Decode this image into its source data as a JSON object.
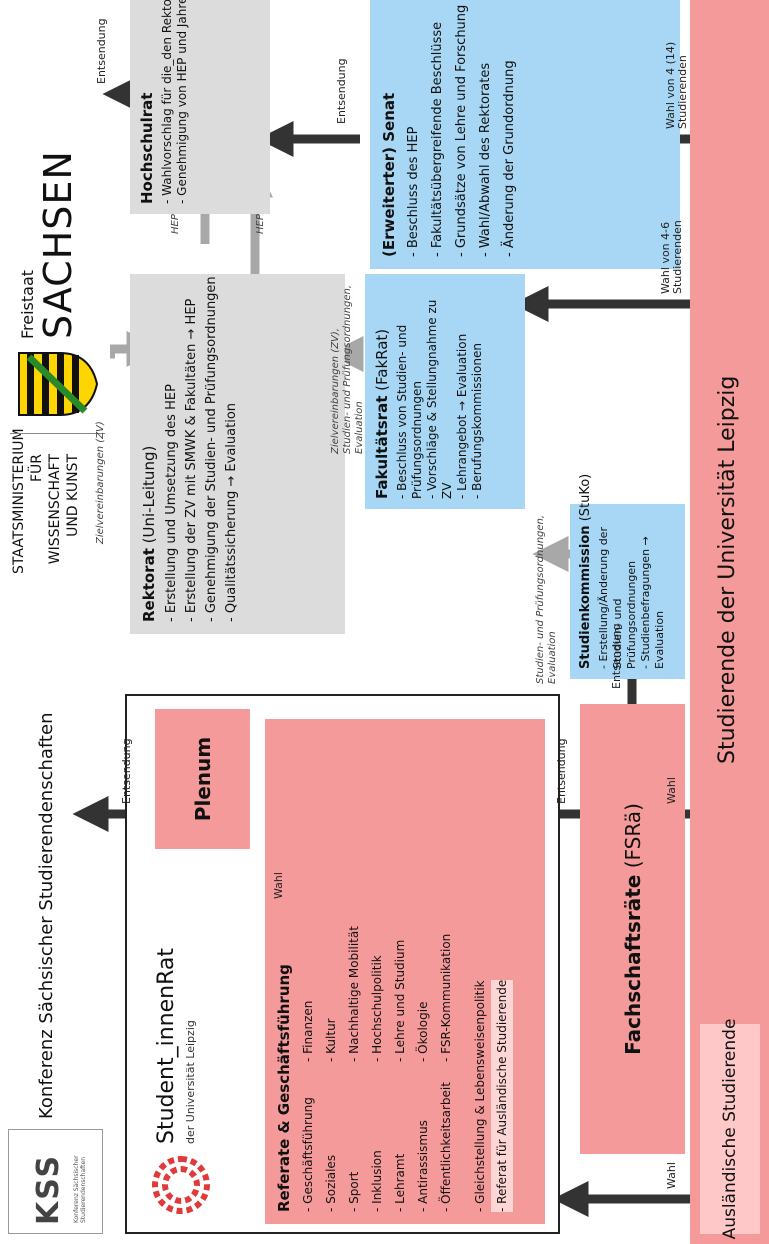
{
  "top": {
    "kss_logo": "KSS",
    "kss_sub": "Konferenz Sächsischer Studierendenschaften",
    "kss_title": "Konferenz Sächsischer Studierendenschaften",
    "smwk_line1": "STAATSMINISTERIUM",
    "smwk_line2": "FÜR WISSENSCHAFT",
    "smwk_line3": "UND KUNST",
    "freistaat": "Freistaat",
    "sachsen": "SACHSEN"
  },
  "hochschulrat": {
    "title": "Hochschulrat",
    "items": [
      "Wahlvorschlag für die_den Rektor_in",
      "Genehmigung von HEP und Jahresbericht"
    ]
  },
  "senat": {
    "title": "(Erweiterter) Senat",
    "items": [
      "Beschluss des HEP",
      "Fakultätsübergreifende Beschlüsse",
      "Grundsätze von Lehre und Forschung",
      "Wahl/Abwahl des Rektorates",
      "Änderung der Grundordnung"
    ]
  },
  "rektorat": {
    "title_bold": "Rektorat",
    "title_rest": " (Uni-Leitung)",
    "items": [
      "Erstellung und Umsetzung des HEP",
      "Erstellung der ZV mit SMWK & Fakultäten → HEP",
      "Genehmigung der Studien- und Prüfungsordnungen",
      "Qualitätssicherung → Evaluation"
    ]
  },
  "fakrat": {
    "title_bold": "Fakultätsrat",
    "title_rest": " (FakRat)",
    "items": [
      "Beschluss von Studien- und Prüfungsordnungen",
      "Vorschläge & Stellungnahme zu ZV",
      "Lehrangebot → Evaluation",
      "Berufungskommissionen"
    ]
  },
  "stuko": {
    "title_bold": "Studienkommission",
    "title_rest": " (StuKo)",
    "items": [
      "Erstellung/Änderung der Studien- und Prüfungsordnungen",
      "Studienbefragungen → Evaluation"
    ]
  },
  "plenum": {
    "title": "Plenum"
  },
  "stura": {
    "name": "Student_innenRat",
    "sub": "der Universität Leipzig"
  },
  "referate": {
    "title": "Referate & Geschäftsführung",
    "col1": [
      "Geschäftsführung",
      "Soziales",
      "Sport",
      "Inklusion",
      "Lehramt",
      "Antirassismus",
      "Öffentlichkeitsarbeit"
    ],
    "col2": [
      "Finanzen",
      "Kultur",
      "Nachhaltige Mobilität",
      "Hochschulpolitik",
      "Lehre und Studium",
      "Ökologie",
      "FSR-Kommunikation"
    ],
    "full": [
      "Gleichstellung & Lebensweisenpolitik",
      "Referat für Ausländische Studierende"
    ]
  },
  "fsr": {
    "title_bold": "Fachschaftsräte",
    "title_rest": " (FSRä)"
  },
  "auslaender": {
    "title": "Ausländische Studierende"
  },
  "studierende": {
    "title": "Studierende der Universität Leipzig"
  },
  "labels": {
    "entsendung": "Entsendung",
    "wahl": "Wahl",
    "hep": "HEP",
    "zv": "Zielvereinbarungen (ZV)",
    "zv_spo_1": "Zielvereinbarungen (ZV),",
    "zv_spo_2": "Studien- und Prüfungsordnungen,",
    "zv_spo_3": "Evaluation",
    "spo_1": "Studien- und Prüfungsordnungen,",
    "spo_2": "Evaluation",
    "wahl_senat_1": "Wahl von 4 (14)",
    "wahl_senat_2": "Studierenden",
    "wahl_fak_1": "Wahl von 4-6",
    "wahl_fak_2": "Studierenden"
  },
  "colors": {
    "gray": "#dcdcdc",
    "blue": "#a8d7f5",
    "red": "#f59a9a",
    "arrow_dark": "#333333",
    "arrow_gray": "#a8a8a8"
  }
}
